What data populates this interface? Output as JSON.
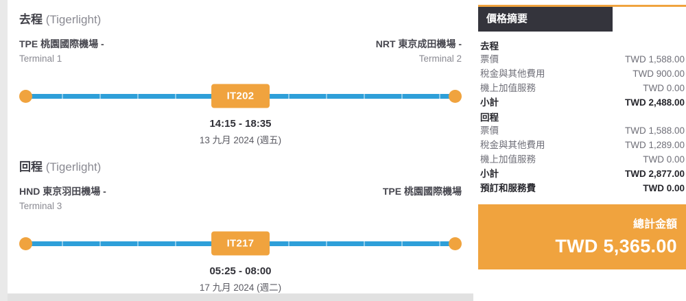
{
  "colors": {
    "orange": "#F0A33E",
    "blue": "#2E9FD9",
    "dark": "#34343C"
  },
  "outbound": {
    "title": "去程",
    "carrier": "(Tigerlight)",
    "origin": {
      "code": "TPE",
      "name": "桃園國際機場 -",
      "terminal": "Terminal 1"
    },
    "destination": {
      "code": "NRT",
      "name": "東京成田機場 -",
      "terminal": "Terminal 2"
    },
    "flight_number": "IT202",
    "times": "14:15 - 18:35",
    "date": "13 九月 2024 (週五)"
  },
  "inbound": {
    "title": "回程",
    "carrier": "(Tigerlight)",
    "origin": {
      "code": "HND",
      "name": "東京羽田機場 -",
      "terminal": "Terminal 3"
    },
    "destination": {
      "code": "TPE",
      "name": "桃園國際機場",
      "terminal": ""
    },
    "flight_number": "IT217",
    "times": "05:25 - 08:00",
    "date": "17 九月 2024 (週二)"
  },
  "price_summary": {
    "header": "價格摘要",
    "outbound": {
      "title": "去程",
      "rows": [
        {
          "label": "票價",
          "value": "TWD 1,588.00"
        },
        {
          "label": "稅金與其他費用",
          "value": "TWD 900.00"
        },
        {
          "label": "機上加值服務",
          "value": "TWD 0.00"
        }
      ],
      "subtotal_label": "小計",
      "subtotal_value": "TWD 2,488.00"
    },
    "inbound": {
      "title": "回程",
      "rows": [
        {
          "label": "票價",
          "value": "TWD 1,588.00"
        },
        {
          "label": "稅金與其他費用",
          "value": "TWD 1,289.00"
        },
        {
          "label": "機上加值服務",
          "value": "TWD 0.00"
        }
      ],
      "subtotal_label": "小計",
      "subtotal_value": "TWD 2,877.00"
    },
    "service_fee": {
      "label": "預訂和服務費",
      "value": "TWD 0.00"
    },
    "total": {
      "label": "總計金額",
      "value": "TWD 5,365.00"
    }
  }
}
